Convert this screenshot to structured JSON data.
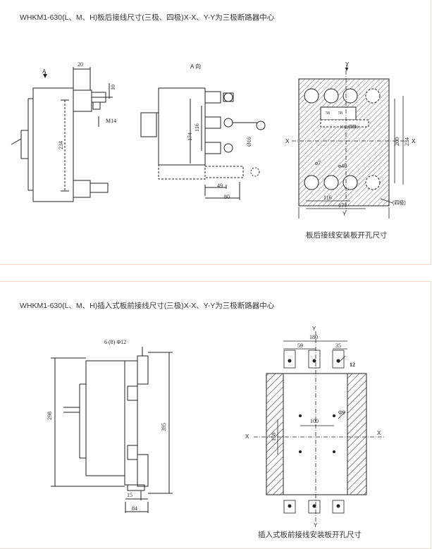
{
  "top": {
    "title": "WHKM1-630(L、M、H)板后接线尺寸(三极、四极)X-X、Y-Y为三极断路器中心",
    "caption": "板后接线安装板开孔尺寸",
    "labels": {
      "a_arrow": "A",
      "a_view": "A 向",
      "d20": "20",
      "d10": "10",
      "m14": "M14",
      "d234": "234",
      "d116": "116",
      "d174": "174",
      "phi16": "Ø16",
      "d49": "49",
      "d80": "80",
      "y_top": "Y",
      "y_bot": "Y",
      "x_left": "X",
      "x_right": "X",
      "d58": "58",
      "d58b": "58",
      "d116_four": "116 (四极)",
      "phi7": "ø7",
      "phi40": "ø40",
      "d200": "200",
      "d234b": "234",
      "d116b": "116",
      "d174b": "174",
      "four_pole": "(四极)"
    }
  },
  "bottom": {
    "title": "WHKM1-630(L、M、H)插入式板前接线尺寸(三极)X-X、Y-Y为三极断路器中心",
    "caption": "插入式板前接线安装板开孔尺寸",
    "labels": {
      "phi12": "6 (8) Φ12",
      "d298": "298",
      "d395": "395",
      "d15": "15",
      "d84": "84",
      "y_top": "Y",
      "y_bot": "Y",
      "x_left": "X",
      "x_right": "X",
      "d180": "180",
      "d59": "59",
      "d35": "35",
      "d12": "12",
      "phi9": "Φ9",
      "d100": "100",
      "d158": "158"
    }
  }
}
